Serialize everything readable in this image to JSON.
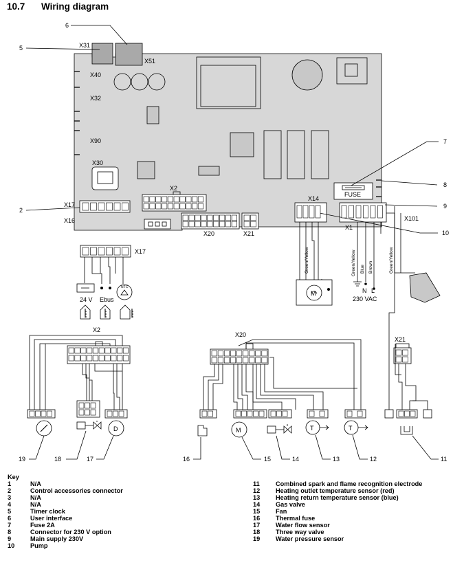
{
  "section": {
    "number": "10.7",
    "title": "Wiring diagram"
  },
  "board": {
    "connectors": {
      "x31": "X31",
      "x51": "X51",
      "x40": "X40",
      "x32": "X32",
      "x90": "X90",
      "x30": "X30",
      "x2": "X2",
      "x17": "X17",
      "x16": "X16",
      "x20": "X20",
      "x21": "X21",
      "x14": "X14",
      "x1": "X1",
      "x101": "X101"
    },
    "fuse_label": "FUSE"
  },
  "callouts": {
    "c2": "2",
    "c5": "5",
    "c6": "6",
    "c7": "7",
    "c8": "8",
    "c9": "9",
    "c10": "10"
  },
  "x17_section": {
    "label": "X17",
    "v24": "24 V",
    "ebus": "Ebus",
    "ntc": "NTC"
  },
  "pump_section": {
    "green_yellow": "Green/Yellow"
  },
  "mains_section": {
    "green_yellow": "Green/Yellow",
    "blue": "Blue",
    "brown": "Brown",
    "n": "N",
    "l": "L",
    "voltage": "230 VAC"
  },
  "x101_section": {
    "green_yellow": "Green/Yellow"
  },
  "x2_bottom": {
    "label": "X2"
  },
  "x20_bottom": {
    "label": "X20"
  },
  "x21_bottom": {
    "label": "X21"
  },
  "components": {
    "flow_sensor_letter": "D",
    "fan_letter": "M",
    "temp_letter": "T"
  },
  "bottom_numbers": {
    "n19": "19",
    "n18": "18",
    "n17": "17",
    "n16": "16",
    "n15": "15",
    "n14": "14",
    "n13": "13",
    "n12": "12",
    "n11": "11"
  },
  "key": {
    "title": "Key",
    "left": [
      {
        "num": "1",
        "text": "N/A"
      },
      {
        "num": "2",
        "text": "Control accessories connector"
      },
      {
        "num": "3",
        "text": "N/A"
      },
      {
        "num": "4",
        "text": "N/A"
      },
      {
        "num": "5",
        "text": "Timer clock"
      },
      {
        "num": "6",
        "text": "User interface"
      },
      {
        "num": "7",
        "text": "Fuse 2A"
      },
      {
        "num": "8",
        "text": "Connector for 230 V option"
      },
      {
        "num": "9",
        "text": "Main supply 230V"
      },
      {
        "num": "10",
        "text": "Pump"
      }
    ],
    "right": [
      {
        "num": "11",
        "text": "Combined spark and flame recognition electrode"
      },
      {
        "num": "12",
        "text": "Heating outlet temperature sensor (red)"
      },
      {
        "num": "13",
        "text": "Heating return temperature sensor (blue)"
      },
      {
        "num": "14",
        "text": "Gas valve"
      },
      {
        "num": "15",
        "text": "Fan"
      },
      {
        "num": "16",
        "text": "Thermal fuse"
      },
      {
        "num": "17",
        "text": "Water flow sensor"
      },
      {
        "num": "18",
        "text": "Three way valve"
      },
      {
        "num": "19",
        "text": "Water pressure sensor"
      }
    ]
  },
  "colors": {
    "line": "#000000",
    "board_fill": "#d7d7d7",
    "chip_fill": "#c8c8c8",
    "socket_fill": "#a9a9a9"
  }
}
